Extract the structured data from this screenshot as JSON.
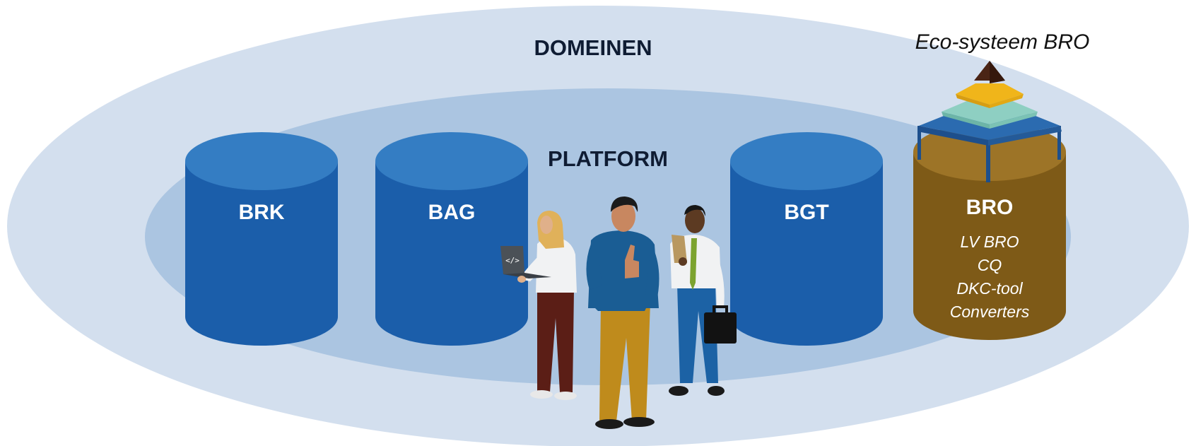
{
  "domain_label": "DOMEINEN",
  "platform_label": "PLATFORM",
  "ecosystem_label": "Eco-systeem BRO",
  "databases": [
    {
      "label": "BRK"
    },
    {
      "label": "BAG"
    },
    {
      "label": "BGT"
    }
  ],
  "bro": {
    "label": "BRO",
    "items": [
      "LV BRO",
      "CQ",
      "DKC-tool",
      "Converters"
    ]
  },
  "laptop_glyph": "</>",
  "colors": {
    "outer_ellipse": "#d3dfee",
    "inner_ellipse": "#abc5e1",
    "cylinder_body": "#1b5eaa",
    "cylinder_top": "#347dc3",
    "bro_body": "#7e5a17",
    "bro_top": "#9d7427",
    "pyramid_top": "#4a2415",
    "pyramid_gold": "#f0b51a",
    "pyramid_teal": "#8ecfc2",
    "pyramid_blue": "#2b6bb0"
  }
}
